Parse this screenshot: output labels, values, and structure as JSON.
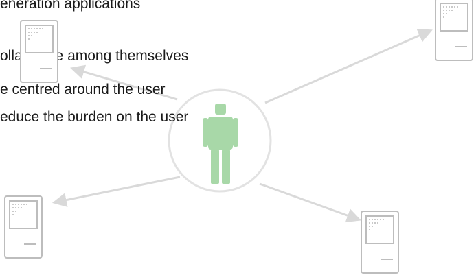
{
  "text_lines": [
    "eneration applications",
    "ollaborate among themselves",
    "e centred around the user",
    "educe the burden on the user"
  ],
  "colors": {
    "arrow": "#d9d9d9",
    "circle": "#e2e2e2",
    "person": "#a8d8a8",
    "computer_stroke": "#bdbdbd",
    "text": "#1a1a1a"
  },
  "icons": {
    "center": "person-icon",
    "nodes": [
      "computer-icon",
      "computer-icon",
      "computer-icon",
      "computer-icon"
    ]
  }
}
